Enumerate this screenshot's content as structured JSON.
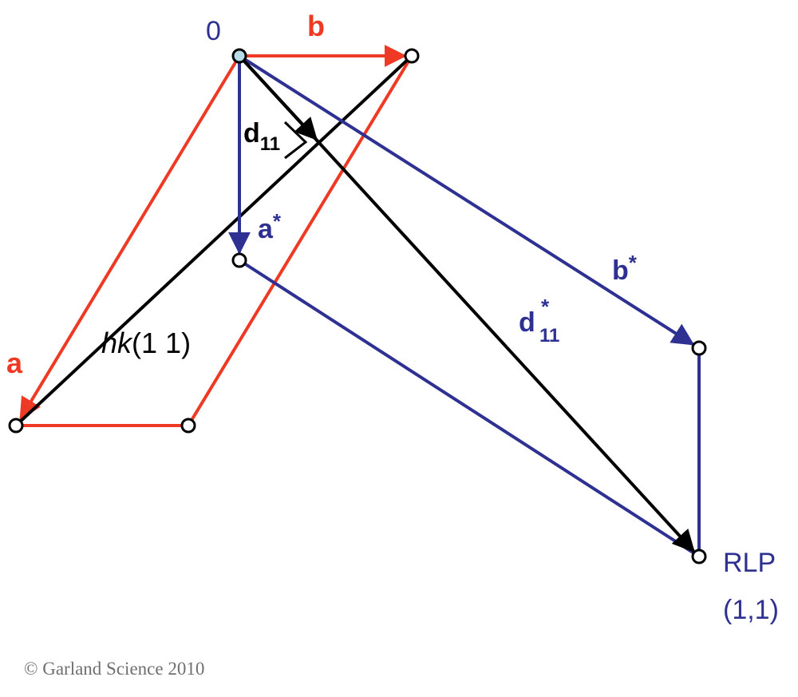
{
  "colors": {
    "real_lattice": "#EE3A24",
    "reciprocal_lattice": "#2E3192",
    "black": "#000000",
    "origin_fill": "#B7DDE8",
    "point_fill": "#FFFFFF"
  },
  "labels": {
    "origin": "0",
    "a": "a",
    "b": "b",
    "a_star": "a",
    "b_star": "b",
    "star": "*",
    "d11": "d",
    "d11_sub": "11",
    "d11_star": "d",
    "d11_star_sub": "11",
    "plane_italic": "hk",
    "plane_indices": "(1 1)",
    "rlp_line1": "RLP",
    "rlp_line2": "(1,1)"
  },
  "footer": {
    "copyright": "© Garland Science 2010"
  }
}
